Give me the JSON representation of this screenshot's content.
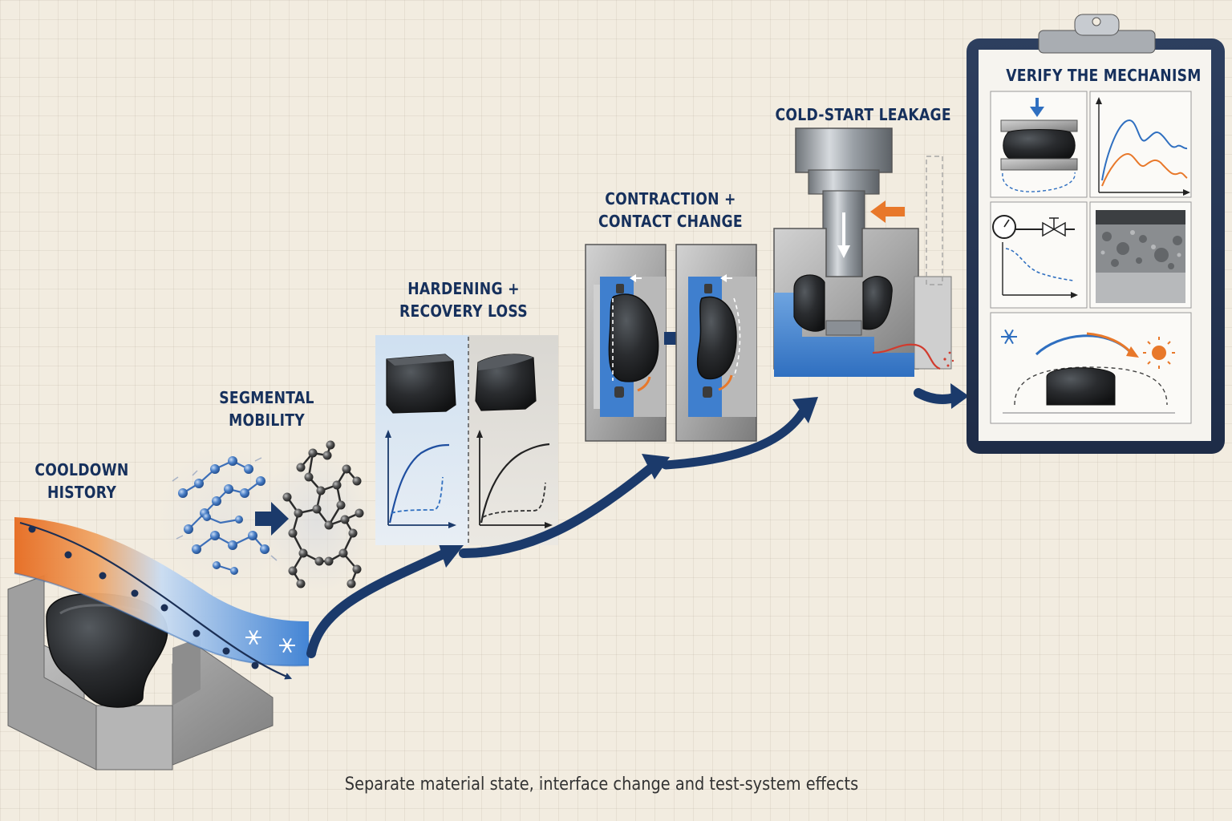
{
  "stages": [
    {
      "id": "cooldown",
      "lines": [
        "COOLDOWN",
        "HISTORY"
      ]
    },
    {
      "id": "segmental",
      "lines": [
        "SEGMENTAL",
        "MOBILITY"
      ]
    },
    {
      "id": "hardening",
      "lines": [
        "HARDENING +",
        "RECOVERY LOSS"
      ]
    },
    {
      "id": "contraction",
      "lines": [
        "CONTRACTION +",
        "CONTACT CHANGE"
      ]
    },
    {
      "id": "leakage",
      "lines": [
        "COLD-START LEAKAGE"
      ]
    },
    {
      "id": "verify",
      "lines": [
        "VERIFY THE MECHANISM"
      ]
    }
  ],
  "caption": "Separate material state, interface change and test-system effects",
  "icons": [
    "snowflake-icon",
    "sun-icon",
    "gauge-icon",
    "valve-icon",
    "arrow-icon"
  ],
  "colors": {
    "navy": "#1b3a6b",
    "blue": "#3f7fce",
    "orange": "#e8782a",
    "rubber": "#222426",
    "steel": "#a8a8a8",
    "paper": "#f2ece0"
  }
}
